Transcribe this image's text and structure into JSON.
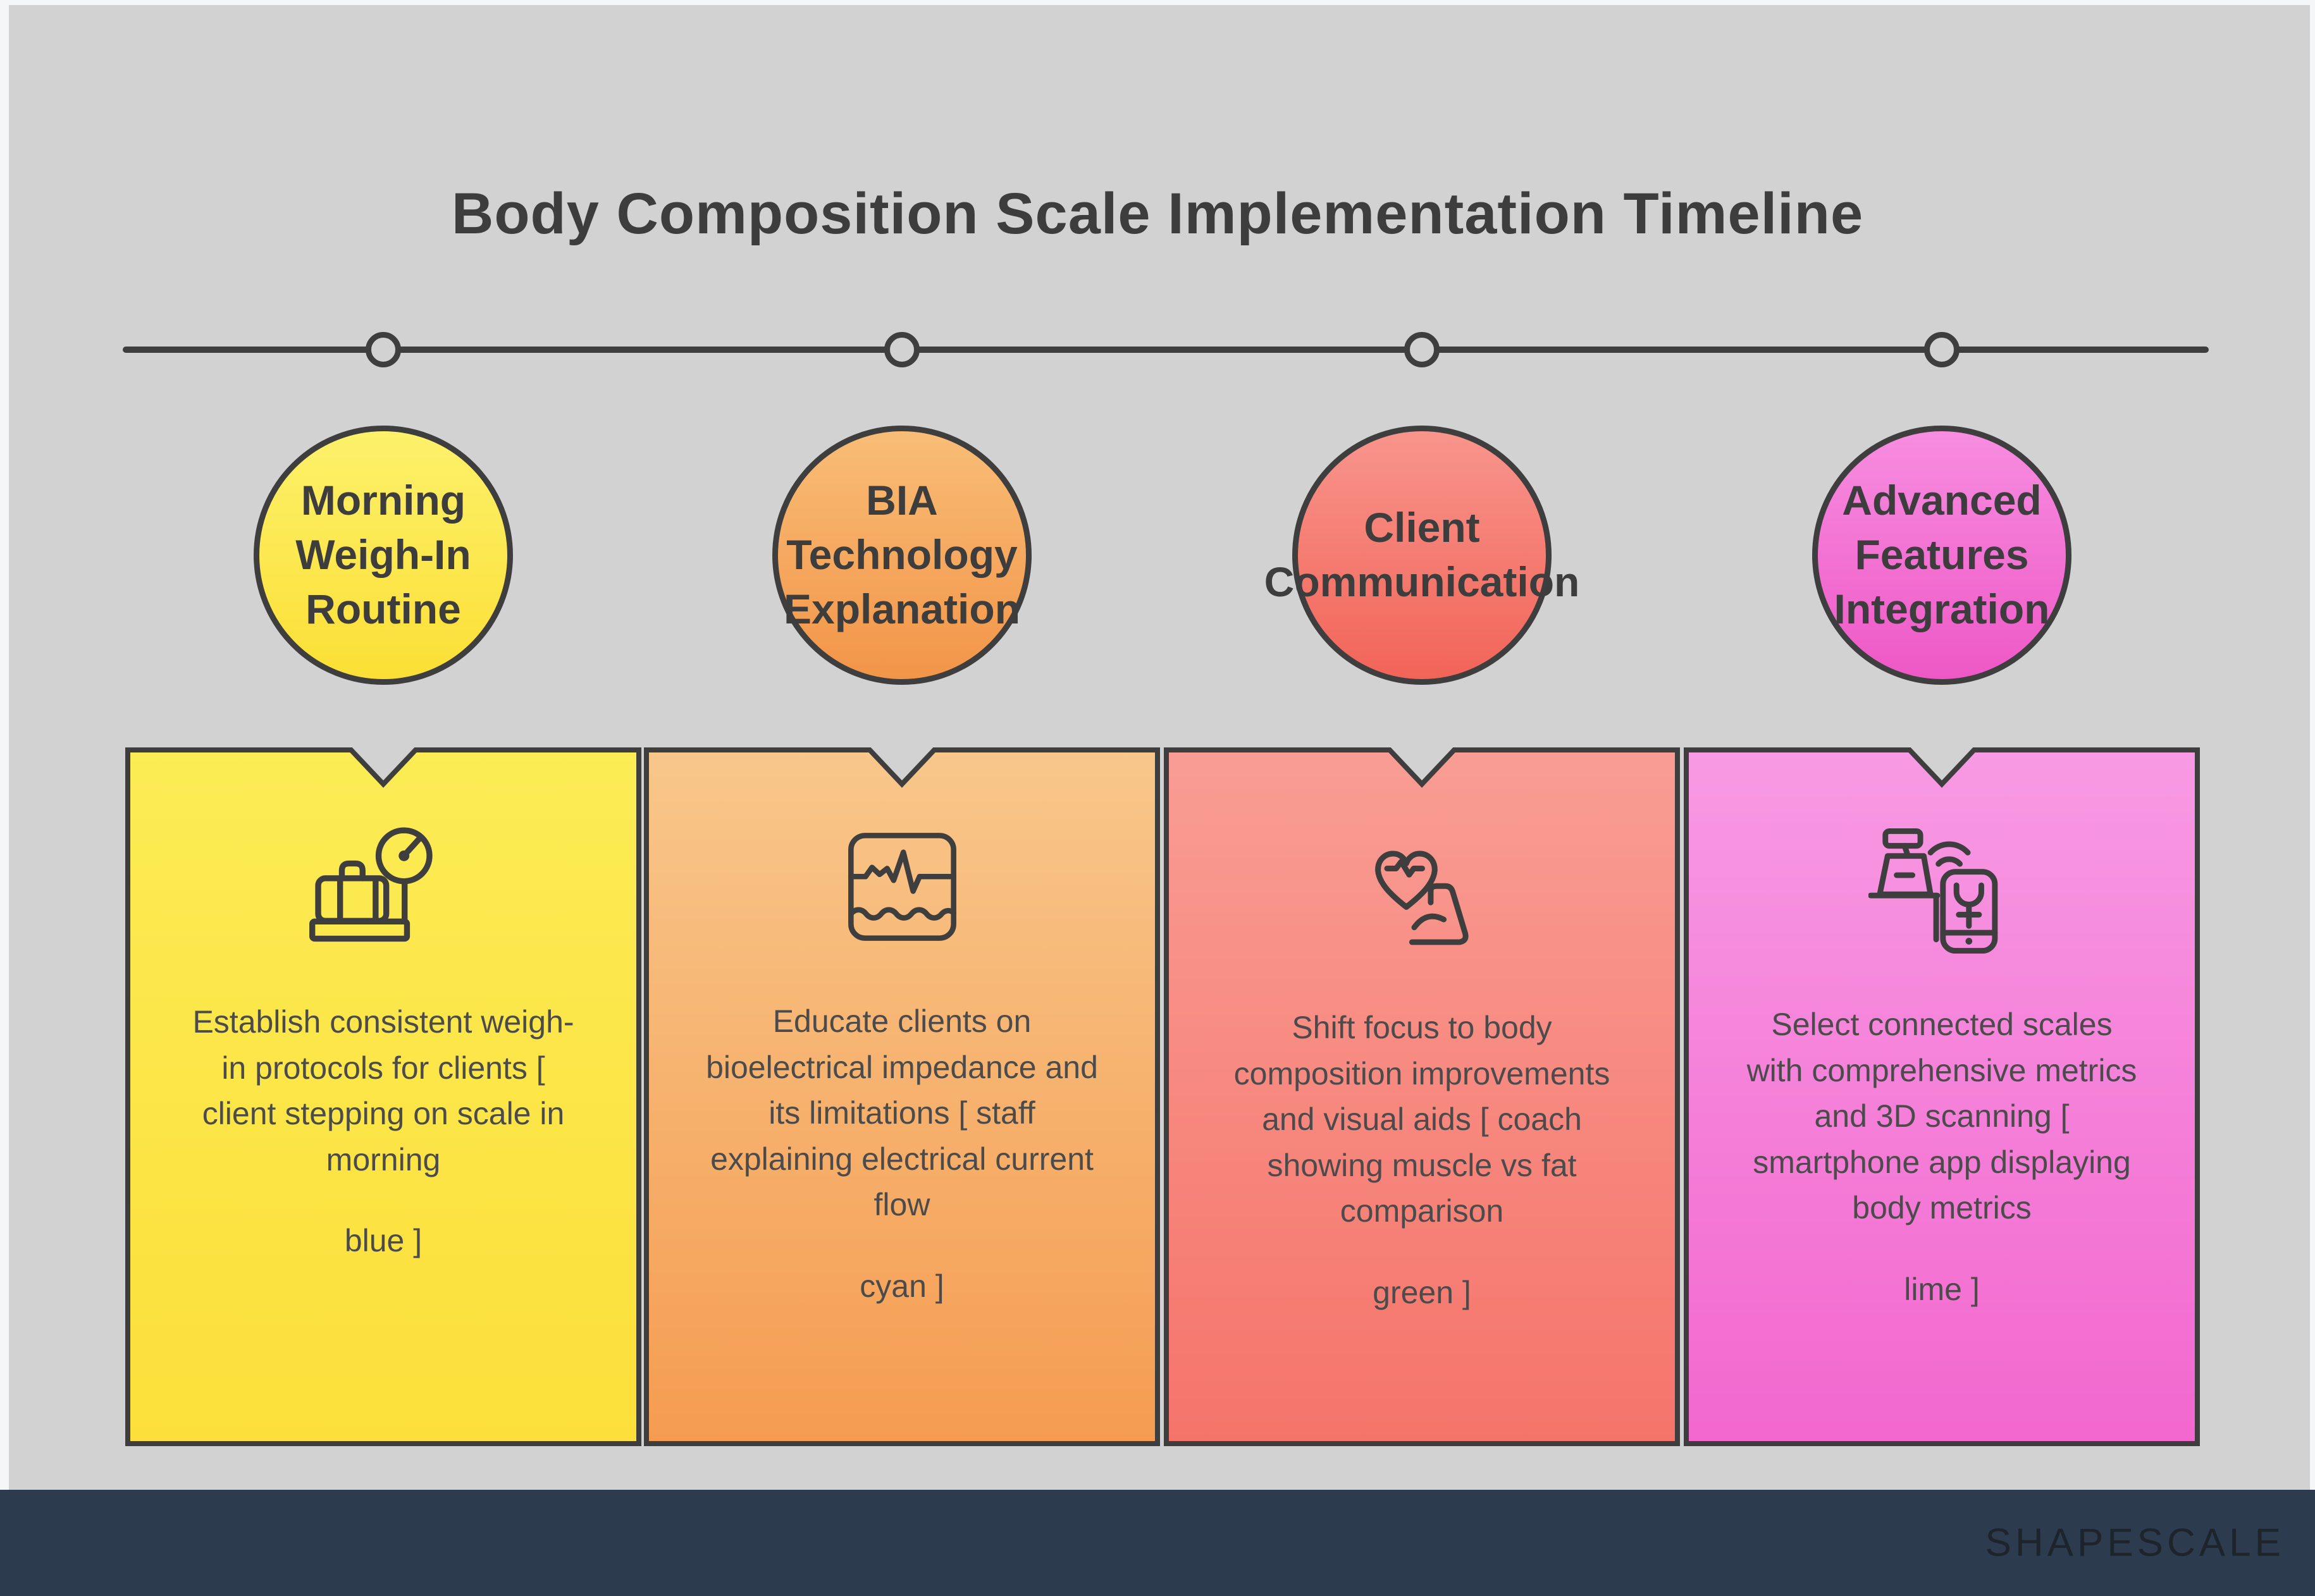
{
  "title": "Body Composition Scale Implementation Timeline",
  "colors": {
    "background": "#d2d2d3",
    "frame": "#f5f6f8",
    "outline": "#3e3e3e",
    "title_text": "#3d3d3d",
    "body_text": "#4b4b4b",
    "footer_bg": "#2c3b4e",
    "footer_text": "#1d242c"
  },
  "stages": [
    {
      "label": "Morning Weigh-In Routine",
      "label_lines": [
        "Morning",
        "Weigh-In",
        "Routine"
      ],
      "icon": "luggage-scale-icon",
      "description": "Establish consistent weigh-in protocols for clients [ client stepping on scale in morning",
      "color_note": "blue ]",
      "colors": {
        "circle_top": "#fdf16b",
        "circle_bottom": "#fbdf35",
        "card_top": "#fcec55",
        "card_bottom": "#fcdf3a"
      }
    },
    {
      "label": "BIA Technology Explanation",
      "label_lines": [
        "BIA",
        "Technology",
        "Explanation"
      ],
      "icon": "impedance-waveform-icon",
      "description": "Educate clients on bioelectrical impedance and its limitations [ staff explaining electrical current flow",
      "color_note": "cyan ]",
      "colors": {
        "circle_top": "#f9bd77",
        "circle_bottom": "#f29548",
        "card_top": "#f8c78b",
        "card_bottom": "#f59c51"
      }
    },
    {
      "label": "Client Communication",
      "label_lines": [
        "Client",
        "Communication"
      ],
      "icon": "heart-muscle-icon",
      "description": "Shift focus to body composition improvements and visual aids [ coach showing muscle vs fat comparison",
      "color_note": "green ]",
      "colors": {
        "circle_top": "#f8958c",
        "circle_bottom": "#f26458",
        "card_top": "#f99d94",
        "card_bottom": "#f5746a"
      }
    },
    {
      "label": "Advanced Features Integration",
      "label_lines": [
        "Advanced",
        "Features",
        "Integration"
      ],
      "icon": "connected-scale-phone-icon",
      "description": "Select connected scales with comprehensive metrics and 3D scanning [ smartphone app displaying body metrics",
      "color_note": "lime ]",
      "colors": {
        "circle_top": "#f78de0",
        "circle_bottom": "#ee58c6",
        "card_top": "#f89ae4",
        "card_bottom": "#f267ce"
      }
    }
  ],
  "footer": {
    "brand": "SHAPESCALE"
  }
}
